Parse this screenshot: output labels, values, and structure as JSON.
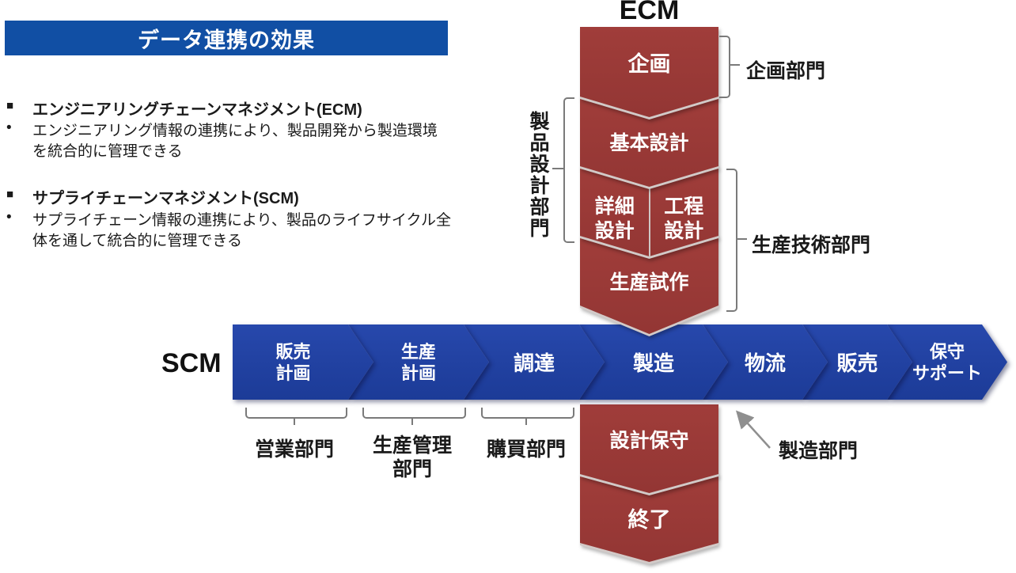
{
  "colors": {
    "header_blue": "#114fa4",
    "scm_blue": "#21409d",
    "ecm_red": "#9a3a38",
    "bracket_gray": "#7a7a7a"
  },
  "panel": {
    "title": "データ連携の効果",
    "bullet_square": "■",
    "bullet_dot": "•",
    "ecm_heading": "エンジニアリングチェーンマネジメント(ECM)",
    "ecm_body": "エンジニアリング情報の連携により、製品開発から製造環境\nを統合的に管理できる",
    "scm_heading": "サプライチェーンマネジメント(SCM)",
    "scm_body": "サプライチェーン情報の連携により、製品のライフサイクル全\n体を通して統合的に管理できる"
  },
  "ecm": {
    "title": "ECM",
    "steps": {
      "kikaku": "企画",
      "kihon_sekkei": "基本設計",
      "shousai_sekkei": "詳細\n設計",
      "koutei_sekkei": "工程\n設計",
      "seisan_shisaku": "生産試作",
      "sekkei_hoshu": "設計保守",
      "shuuryou": "終了"
    }
  },
  "scm": {
    "title": "SCM",
    "steps": [
      "販売\n計画",
      "生産\n計画",
      "調達",
      "製造",
      "物流",
      "販売",
      "保守\nサポート"
    ]
  },
  "departments": {
    "kikaku_bumon": "企画部門",
    "seihin_sekkei_bumon": "製品設計部門",
    "seisan_gijutsu_bumon": "生産技術部門",
    "eigyou_bumon": "営業部門",
    "seisan_kanri_bumon": "生産管理\n部門",
    "koubai_bumon": "購買部門",
    "seizou_bumon": "製造部門"
  }
}
